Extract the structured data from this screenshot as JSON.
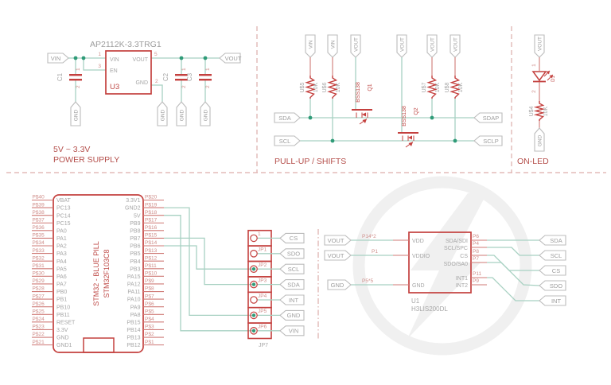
{
  "colors": {
    "component_red": "#c4403e",
    "wire_teal": "#a8d1c2",
    "junction": "#2f9b78",
    "flag_gray": "#bcbcbc",
    "text_gray": "#a6a6a6",
    "section_red": "#b5504c",
    "watermark": "#f0f0f0"
  },
  "power": {
    "part_title": "AP2112K-3.3TRG1",
    "u3_ref": "U3",
    "pins": {
      "vin": "VIN",
      "vout": "VOUT",
      "en": "EN",
      "gnd": "GND"
    },
    "pin_numbers": {
      "vin": "1",
      "en": "3",
      "vout": "5",
      "gnd": "2"
    },
    "caps": [
      {
        "ref": "C1"
      },
      {
        "ref": "C2"
      },
      {
        "ref": "C3"
      }
    ],
    "cap_pin_top": "1",
    "cap_pin_bottom": "2",
    "flag_vin": "VIN",
    "flag_vout": "VOUT",
    "flag_gnd": "GND",
    "title_line1": "5V ~ 3.3V",
    "title_line2": "POWER SUPPLY"
  },
  "pullup": {
    "title": "PULL-UP / SHIFTS",
    "flags_top": [
      "VIN",
      "VIN",
      "VOUT",
      "VOUT",
      "VOUT",
      "VOUT"
    ],
    "resistors": [
      {
        "ref": "U$5",
        "value": "10K"
      },
      {
        "ref": "U$6",
        "value": "10K"
      },
      {
        "ref": "U$7",
        "value": "10K"
      },
      {
        "ref": "U$8",
        "value": "10K"
      }
    ],
    "q1": {
      "ref": "Q1",
      "part": "BSS138"
    },
    "q2": {
      "ref": "Q2",
      "part": "BSS138"
    },
    "flag_sda": "SDA",
    "flag_scl": "SCL",
    "flag_sdap": "SDAP",
    "flag_sclp": "SCLP"
  },
  "onled": {
    "title": "ON-LED",
    "flag_top": "VOUT",
    "flag_bottom": "GND",
    "led_ref": "D1",
    "pin1": "1",
    "pin2": "2",
    "res_ref": "U$4",
    "res_value": "10K"
  },
  "stm32": {
    "title_line1": "STM32 - BLUE PILL",
    "title_line2": "STM32F103C8",
    "left": [
      {
        "pad": "P$40",
        "label": "VBAT"
      },
      {
        "pad": "P$39",
        "label": "PC13"
      },
      {
        "pad": "P$38",
        "label": "PC14"
      },
      {
        "pad": "P$37",
        "label": "PC15"
      },
      {
        "pad": "P$36",
        "label": "PA0"
      },
      {
        "pad": "P$35",
        "label": "PA1"
      },
      {
        "pad": "P$34",
        "label": "PA2"
      },
      {
        "pad": "P$33",
        "label": "PA3"
      },
      {
        "pad": "P$32",
        "label": "PA4"
      },
      {
        "pad": "P$31",
        "label": "PA5"
      },
      {
        "pad": "P$30",
        "label": "PA6"
      },
      {
        "pad": "P$29",
        "label": "PA7"
      },
      {
        "pad": "P$28",
        "label": "PB0"
      },
      {
        "pad": "P$27",
        "label": "PB1"
      },
      {
        "pad": "P$26",
        "label": "PB10"
      },
      {
        "pad": "P$25",
        "label": "PB11"
      },
      {
        "pad": "P$24",
        "label": "RESET"
      },
      {
        "pad": "P$23",
        "label": "3.3V"
      },
      {
        "pad": "P$22",
        "label": "GND"
      },
      {
        "pad": "P$21",
        "label": "GND1"
      }
    ],
    "right": [
      {
        "pad": "P$20",
        "label": "3.3V1"
      },
      {
        "pad": "P$19",
        "label": "GND2"
      },
      {
        "pad": "P$18",
        "label": "5V"
      },
      {
        "pad": "P$17",
        "label": "PB9"
      },
      {
        "pad": "P$16",
        "label": "PB8"
      },
      {
        "pad": "P$15",
        "label": "PB7"
      },
      {
        "pad": "P$14",
        "label": "PB6"
      },
      {
        "pad": "P$13",
        "label": "PB5"
      },
      {
        "pad": "P$12",
        "label": "PB4"
      },
      {
        "pad": "P$11",
        "label": "PB3"
      },
      {
        "pad": "P$10",
        "label": "PA15"
      },
      {
        "pad": "P$9",
        "label": "PA12"
      },
      {
        "pad": "P$8",
        "label": "PA11"
      },
      {
        "pad": "P$7",
        "label": "PA10"
      },
      {
        "pad": "P$6",
        "label": "PA9"
      },
      {
        "pad": "P$5",
        "label": "PA8"
      },
      {
        "pad": "P$4",
        "label": "PB15"
      },
      {
        "pad": "P$3",
        "label": "PB14"
      },
      {
        "pad": "P$2",
        "label": "PB13"
      },
      {
        "pad": "P$1",
        "label": "PB12"
      }
    ]
  },
  "jp7": {
    "ref": "JP7",
    "rows": [
      {
        "num": "1",
        "flag": "CS",
        "connected": false
      },
      {
        "num": "JP1",
        "flag": "SDO",
        "connected": false
      },
      {
        "num": "JP2",
        "flag": "SCL",
        "connected": true
      },
      {
        "num": "JP3",
        "flag": "SDA",
        "connected": true
      },
      {
        "num": "JP4",
        "flag": "INT",
        "connected": false
      },
      {
        "num": "JP5",
        "flag": "GND",
        "connected": true
      },
      {
        "num": "JP6",
        "flag": "VIN",
        "connected": true
      }
    ]
  },
  "accel": {
    "ref": "U1",
    "part": "H3LIS200DL",
    "left_pins": [
      {
        "num": "P14*2",
        "label": "VDD",
        "flag": "VOUT"
      },
      {
        "num": "P1",
        "label": "VDDIO",
        "flag": "VOUT"
      },
      {
        "num": "P5*5",
        "label": "GND",
        "flag": "GND"
      }
    ],
    "right_pins": [
      {
        "num": "P6",
        "label": "SDA/SDI",
        "flag": "SDA"
      },
      {
        "num": "P4",
        "label": "SCL/SPC",
        "flag": "SCL"
      },
      {
        "num": "P8",
        "label": "CS",
        "flag": "CS"
      },
      {
        "num": "P7",
        "label": "SDO/SA0",
        "flag": "SDO"
      },
      {
        "num": "P11",
        "label": "INT1",
        "flag": "INT"
      },
      {
        "num": "P9",
        "label": "INT2",
        "flag": ""
      }
    ]
  }
}
